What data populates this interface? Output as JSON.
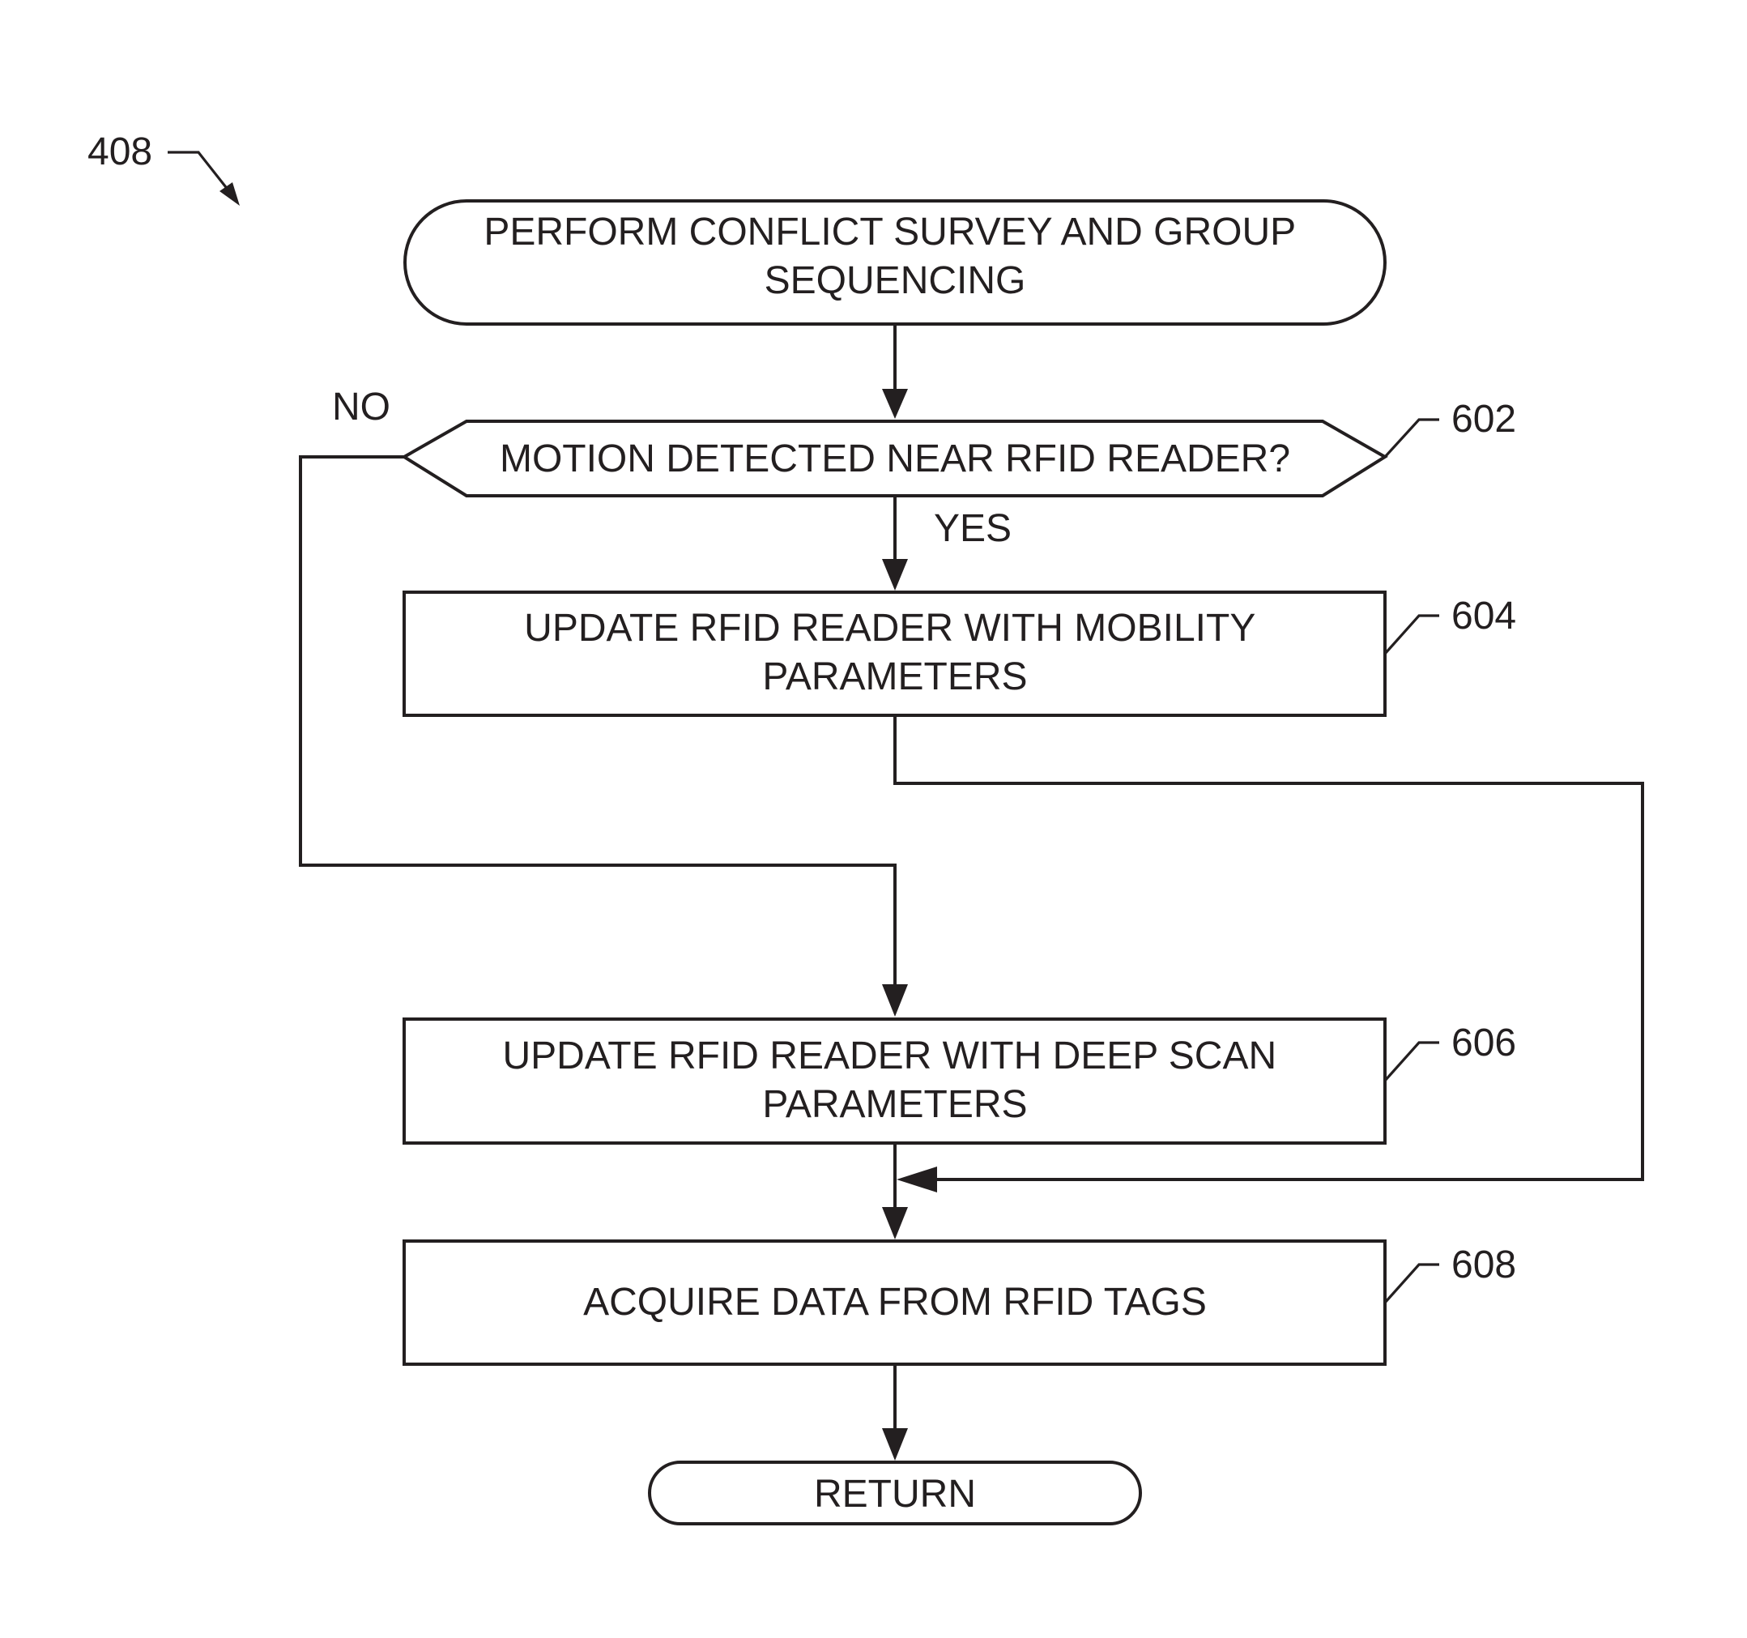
{
  "figure_ref": "408",
  "nodes": {
    "start": {
      "lines": [
        "PERFORM CONFLICT SURVEY AND GROUP",
        "SEQUENCING"
      ]
    },
    "decision": {
      "lines": [
        "MOTION DETECTED NEAR RFID READER?"
      ],
      "ref": "602"
    },
    "mobility": {
      "lines": [
        "UPDATE RFID READER WITH MOBILITY",
        "PARAMETERS"
      ],
      "ref": "604"
    },
    "deepscan": {
      "lines": [
        "UPDATE RFID READER WITH DEEP SCAN",
        "PARAMETERS"
      ],
      "ref": "606"
    },
    "acquire": {
      "lines": [
        "ACQUIRE DATA FROM RFID TAGS"
      ],
      "ref": "608"
    },
    "end": {
      "lines": [
        "RETURN"
      ]
    }
  },
  "edge_labels": {
    "no": "NO",
    "yes": "YES"
  },
  "colors": {
    "ink": "#231f20",
    "background": "#ffffff"
  }
}
